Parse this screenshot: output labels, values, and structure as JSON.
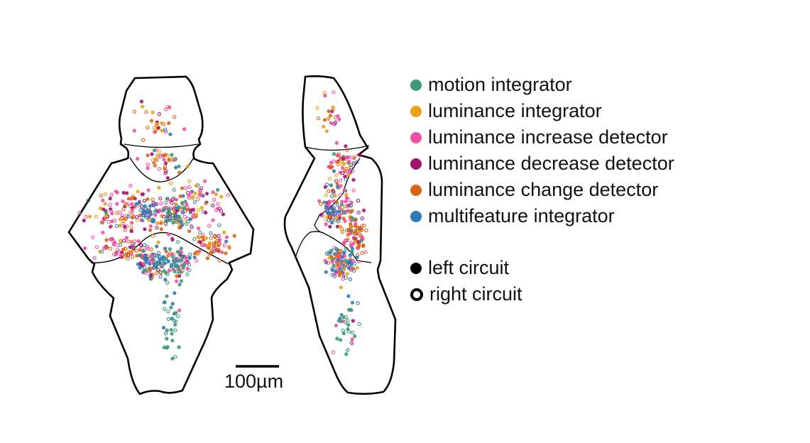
{
  "legend": {
    "categories": [
      {
        "label": "motion integrator",
        "color": "#3a9a78"
      },
      {
        "label": "luminance integrator",
        "color": "#e6a316"
      },
      {
        "label": "luminance increase detector",
        "color": "#f04fa6"
      },
      {
        "label": "luminance decrease detector",
        "color": "#a3136e"
      },
      {
        "label": "luminance change detector",
        "color": "#db6410"
      },
      {
        "label": "multifeature integrator",
        "color": "#2f7ab8"
      }
    ],
    "left_circuit": "left circuit",
    "right_circuit": "right circuit"
  },
  "scale_bar": {
    "label": "100µm"
  }
}
